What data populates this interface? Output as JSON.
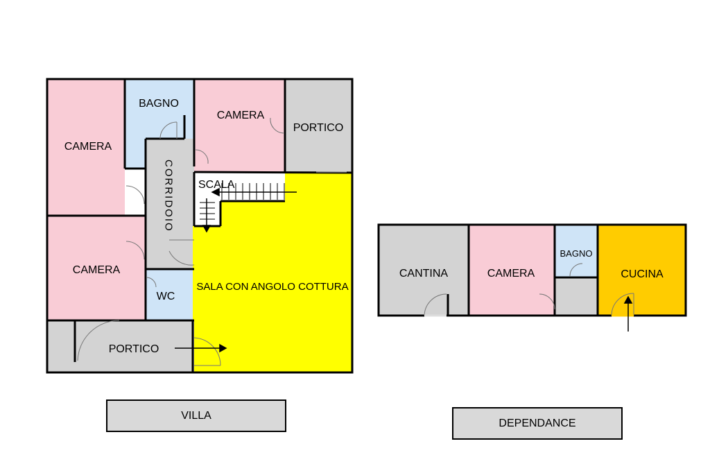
{
  "villa": {
    "caption": "VILLA",
    "rooms": {
      "camera_top_left": "CAMERA",
      "bagno": "BAGNO",
      "camera_top_mid": "CAMERA",
      "portico_right": "PORTICO",
      "corridoio": "CORRIDOIO",
      "scala": "SCALA",
      "camera_bottom_left": "CAMERA",
      "wc": "WC",
      "sala": "SALA CON ANGOLO COTTURA",
      "portico_bottom": "PORTICO"
    }
  },
  "dependance": {
    "caption": "DEPENDANCE",
    "rooms": {
      "cantina": "CANTINA",
      "camera": "CAMERA",
      "bagno": "BAGNO",
      "cucina": "CUCINA"
    }
  },
  "colors": {
    "camera": "#f9ccd6",
    "bagno": "#cfe4f7",
    "service": "#d3d3d3",
    "sala": "#ffff00",
    "cucina": "#ffcc00",
    "wall": "#000000"
  }
}
